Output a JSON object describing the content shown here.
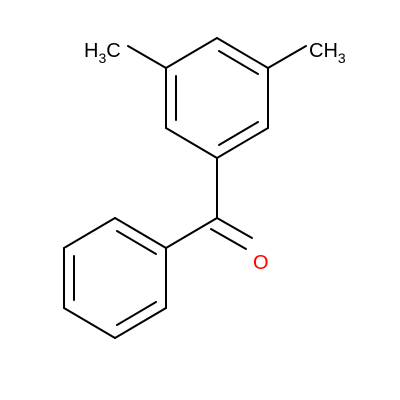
{
  "structure": {
    "atom_labels": {
      "methyl_left": {
        "main": "H",
        "sub": "3",
        "tail": "C"
      },
      "methyl_right": {
        "main": "CH",
        "sub": "3"
      },
      "carbonyl_oxygen": {
        "text": "O"
      }
    },
    "colors": {
      "bond": "#000000",
      "carbon_label": "#000000",
      "oxygen_label": "#ff0000",
      "background": "#ffffff"
    }
  }
}
